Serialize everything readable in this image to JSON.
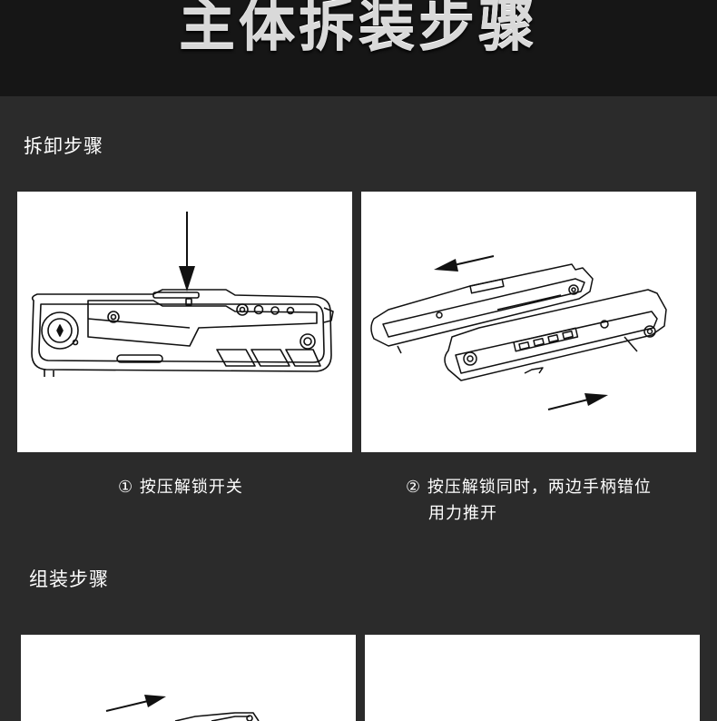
{
  "header": {
    "title": "主体拆装步骤"
  },
  "disassembly": {
    "heading": "拆卸步骤",
    "step1": {
      "marker": "①",
      "text": "按压解锁开关"
    },
    "step2": {
      "marker": "②",
      "line1": "按压解锁同时，两边手柄错位",
      "line2": "用力推开"
    }
  },
  "assembly": {
    "heading": "组装步骤"
  },
  "colors": {
    "background": "#2b2b2b",
    "header_background": "#161616",
    "panel": "#ffffff",
    "ink": "#111111"
  }
}
